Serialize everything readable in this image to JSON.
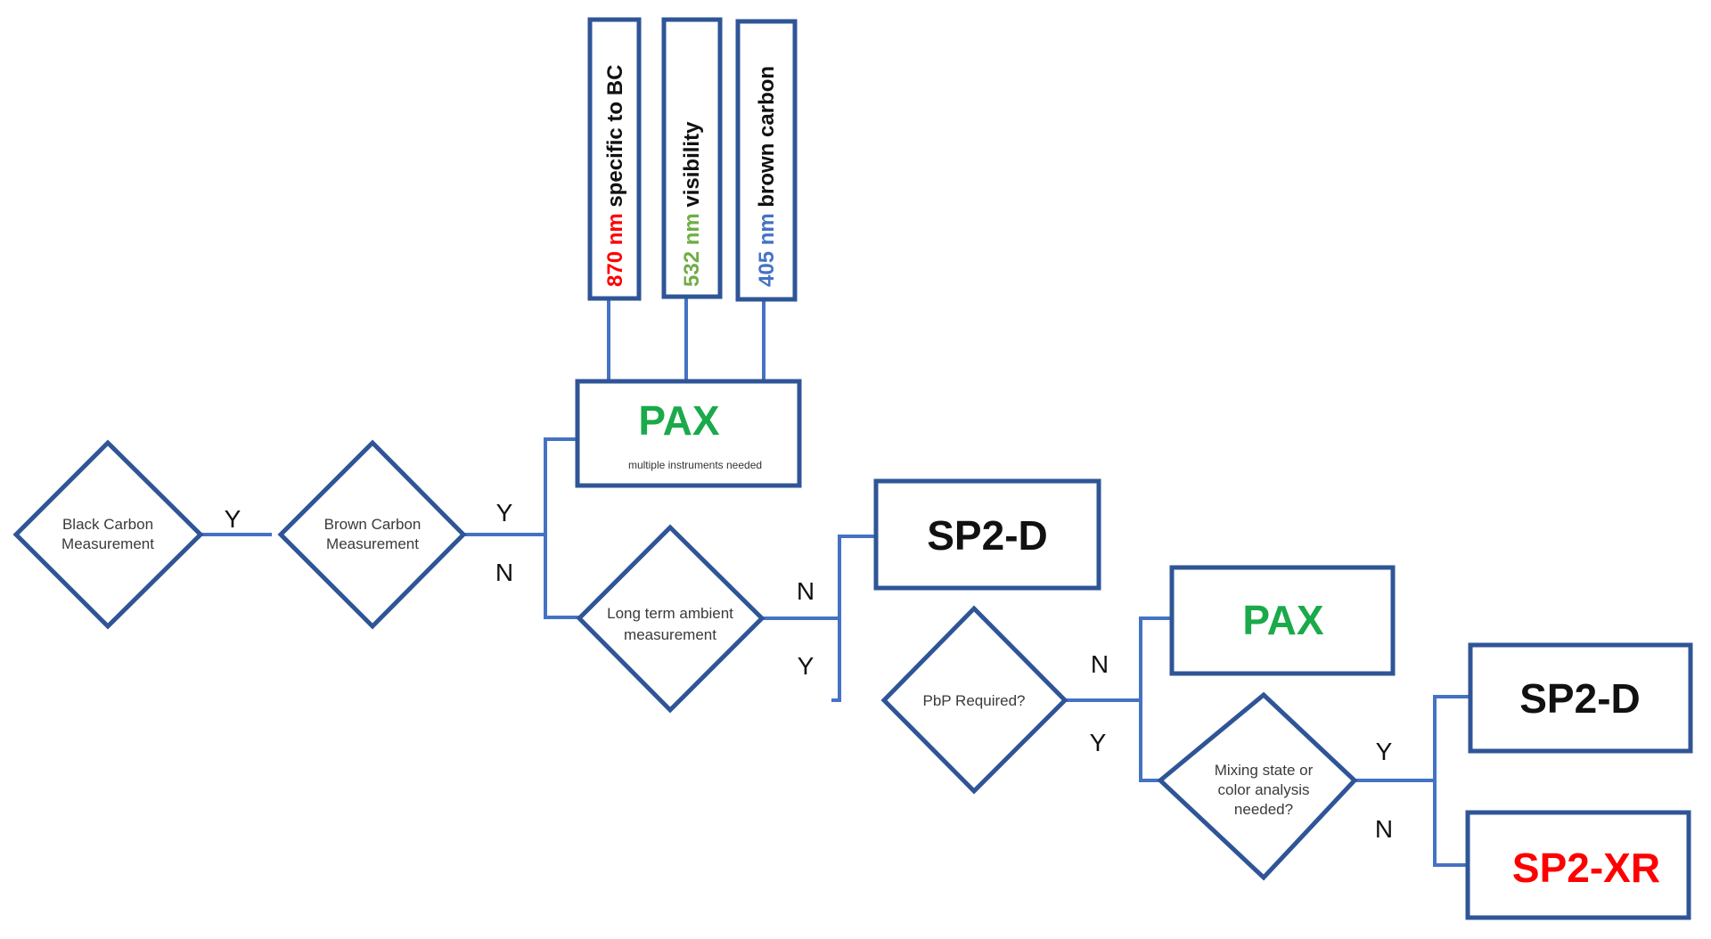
{
  "colors": {
    "connector": "#4472c4",
    "shape_border": "#2f5597",
    "green": "#1aaa4a",
    "red": "#ff0000",
    "light_green": "#70ad47",
    "blue": "#4472c4",
    "black": "#111111"
  },
  "decisions": {
    "black_carbon": [
      "Black Carbon",
      "Measurement"
    ],
    "brown_carbon": [
      "Brown Carbon",
      "Measurement"
    ],
    "long_term": [
      "Long term ambient",
      "measurement"
    ],
    "pbp": [
      "PbP Required?"
    ],
    "mixing": [
      "Mixing state or",
      "color analysis",
      "needed?"
    ]
  },
  "wavelengths": [
    {
      "nm": "870 nm",
      "desc": " specific to BC",
      "color": "#ff0000"
    },
    {
      "nm": "532 nm",
      "desc": " visibility",
      "color": "#70ad47"
    },
    {
      "nm": "405 nm",
      "desc": " brown carbon",
      "color": "#4472c4"
    }
  ],
  "results": {
    "pax_top": {
      "label": "PAX",
      "note": "multiple instruments needed",
      "color": "#1aaa4a"
    },
    "sp2d_1": {
      "label": "SP2-D",
      "color": "#111111"
    },
    "pax_2": {
      "label": "PAX",
      "color": "#1aaa4a"
    },
    "sp2d_2": {
      "label": "SP2-D",
      "color": "#111111"
    },
    "sp2xr": {
      "label": "SP2-XR",
      "color": "#ff0000"
    }
  },
  "branch_labels": {
    "bc_yes": "Y",
    "brc_yes": "Y",
    "brc_no": "N",
    "lt_no": "N",
    "lt_yes": "Y",
    "pbp_no": "N",
    "pbp_yes": "Y",
    "mix_yes": "Y",
    "mix_no": "N"
  }
}
